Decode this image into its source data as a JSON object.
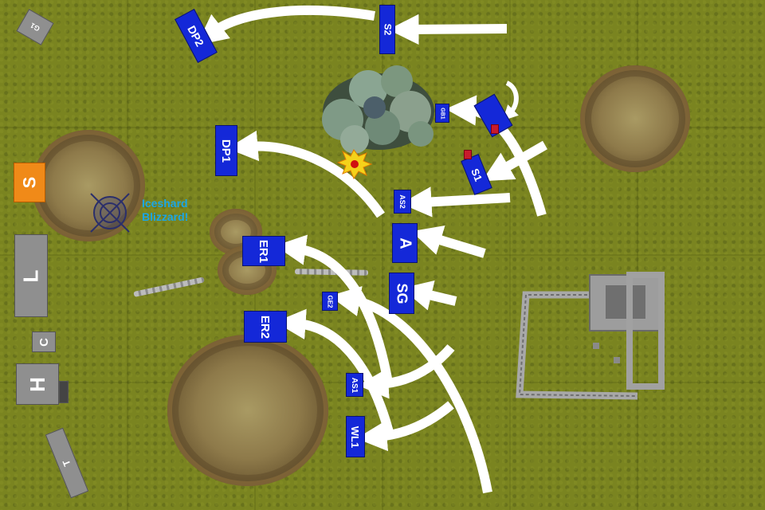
{
  "board": {
    "background": "#7a8420"
  },
  "colors": {
    "player_units": "#1428d8",
    "opponent_units": "#8f8f8f",
    "scout": "#f08a18",
    "arrows": "#ffffff",
    "spell_label": "#1aa6e6"
  },
  "annotations": {
    "spell_line1": "Iceshard",
    "spell_line2": "Blizzard!"
  },
  "units": {
    "s2": "S2",
    "dp2": "DP2",
    "dp1": "DP1",
    "gb1": "GB1",
    "s1": "S1",
    "as2": "AS2",
    "a": "A",
    "er1": "ER1",
    "sg": "SG",
    "ge2": "GE2",
    "er2": "ER2",
    "as1": "AS1",
    "wl1": "WL1",
    "enemy_s": "S",
    "enemy_l": "L",
    "enemy_c": "C",
    "enemy_h": "H",
    "enemy_t": "T",
    "enemy_g": "G1"
  },
  "icons": {
    "explosion": "explosion-icon",
    "target": "crosshair-icon",
    "forest": "forest-terrain",
    "ruins": "ruins-terrain"
  }
}
